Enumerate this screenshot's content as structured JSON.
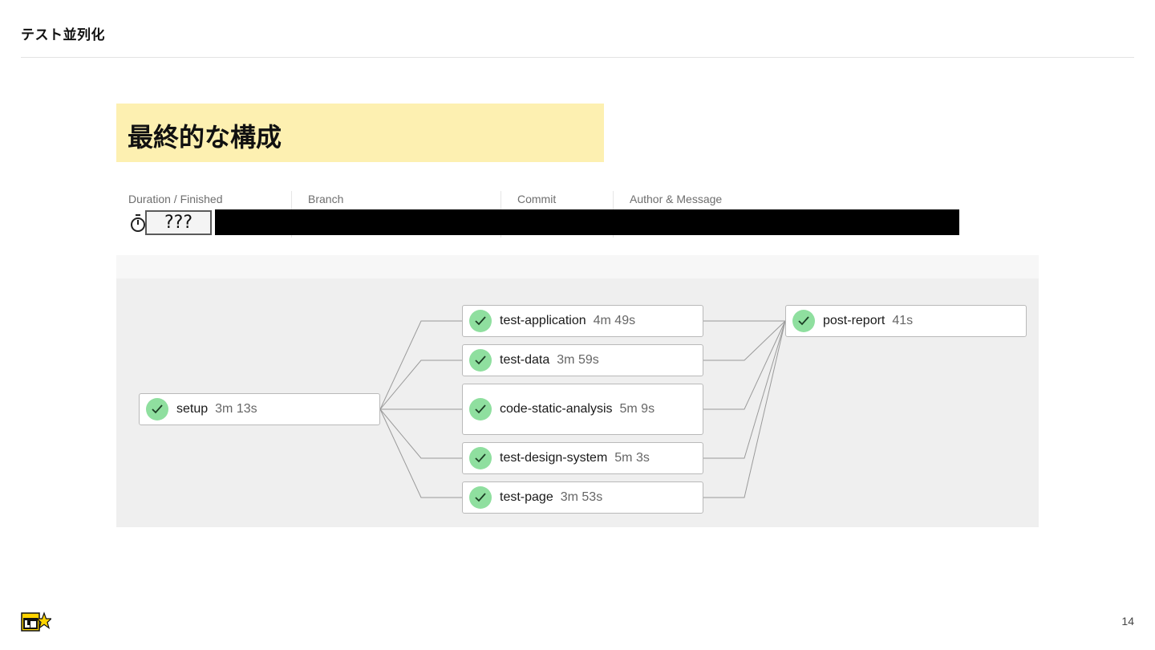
{
  "slide": {
    "title": "テスト並列化",
    "callout": "最終的な構成",
    "page_number": "14"
  },
  "meta": {
    "duration_label": "Duration / Finished",
    "branch_label": "Branch",
    "commit_label": "Commit",
    "author_label": "Author & Message",
    "duration_value": "???"
  },
  "jobs": {
    "setup": {
      "name": "setup",
      "time": "3m 13s",
      "status": "success"
    },
    "test_application": {
      "name": "test-application",
      "time": "4m 49s",
      "status": "success"
    },
    "test_data": {
      "name": "test-data",
      "time": "3m 59s",
      "status": "success"
    },
    "code_static_analysis": {
      "name": "code-static-analysis",
      "time": "5m 9s",
      "status": "success"
    },
    "test_design_system": {
      "name": "test-design-system",
      "time": "5m 3s",
      "status": "success"
    },
    "test_page": {
      "name": "test-page",
      "time": "3m 53s",
      "status": "success"
    },
    "post_report": {
      "name": "post-report",
      "time": "41s",
      "status": "success"
    }
  },
  "colors": {
    "callout_bg": "#fdf0b1",
    "success": "#8fdf9f",
    "graph_bg": "#efefef"
  },
  "icons": {
    "status": "check-circle-icon",
    "duration": "stopwatch-icon",
    "logo": "teamlab-logo"
  }
}
